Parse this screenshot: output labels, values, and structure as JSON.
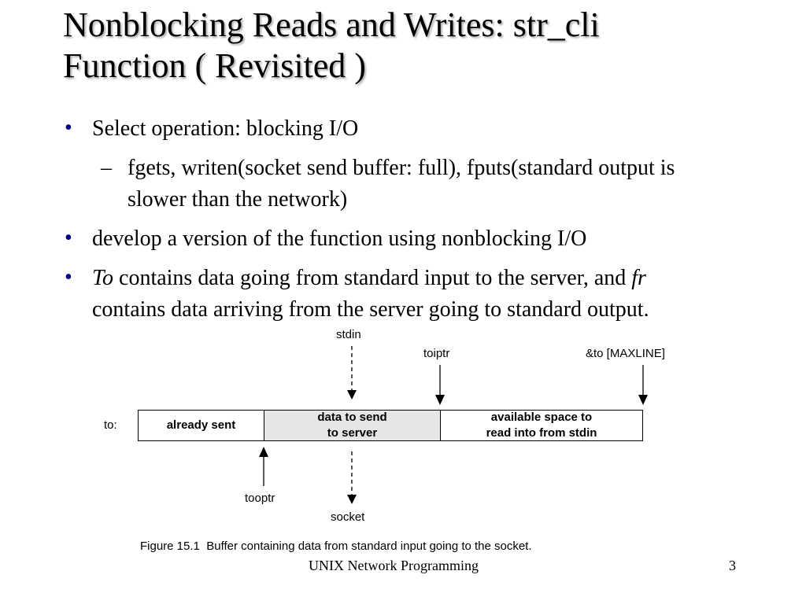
{
  "title": {
    "line1": "Nonblocking Reads and Writes: str_cli",
    "line2": "Function ( Revisited )"
  },
  "bullets": [
    {
      "text": "Select operation: blocking I/O"
    },
    {
      "text": "develop a version of the function using nonblocking I/O"
    },
    {
      "em1": "To",
      "mid": " contains data going from standard input to the server, and ",
      "em2": "fr",
      "line2": "contains data arriving from the server going to standard output."
    }
  ],
  "sub_bullet": {
    "line1": "fgets, writen(socket send buffer: full), fputs(standard output is",
    "line2": "slower than the network)"
  },
  "bullet_glyph": "•",
  "dash_glyph": "–",
  "figure": {
    "labels": {
      "stdin": "stdin",
      "toiptr": "toiptr",
      "to_max": "&to [MAXLINE]",
      "to": "to:",
      "tooptr": "tooptr",
      "socket": "socket"
    },
    "cells": {
      "already_sent": "already sent",
      "data_line1": "data to send",
      "data_line2": "to server",
      "avail_line1": "available space to",
      "avail_line2": "read into from stdin"
    },
    "caption_label": "Figure 15.1",
    "caption_text": "Buffer containing data from standard input going to the socket.",
    "shaded_color": "#e6e6e6"
  },
  "footer": "UNIX Network Programming",
  "page_number": "3"
}
